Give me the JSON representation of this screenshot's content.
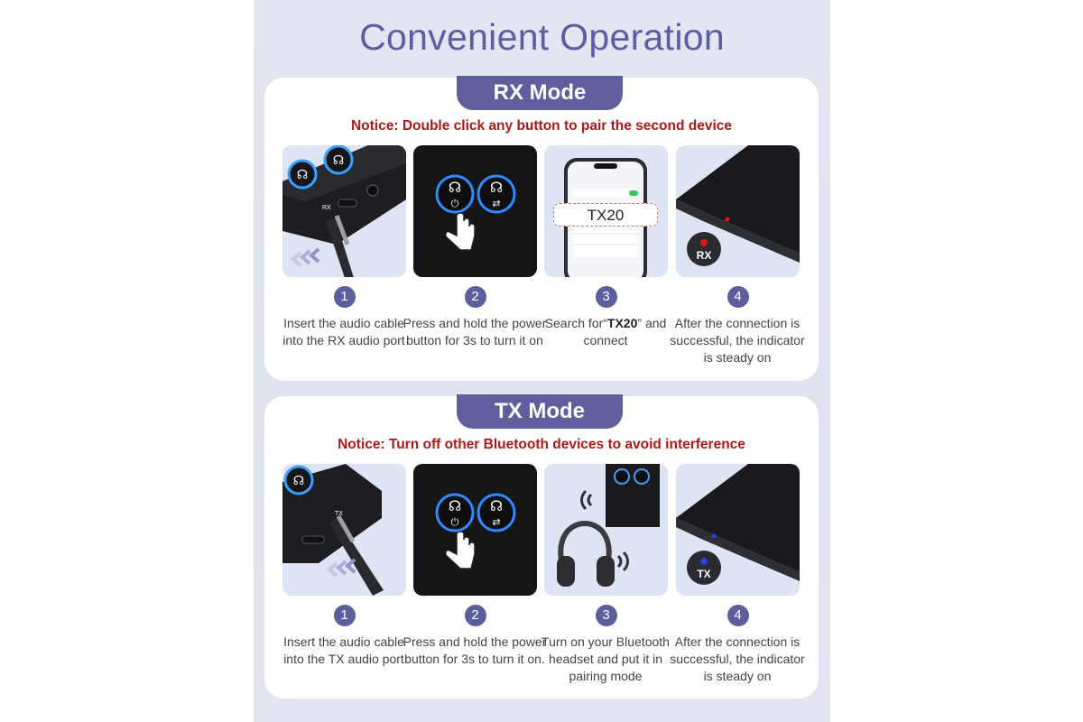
{
  "title": "Convenient Operation",
  "rx": {
    "mode_label": "RX Mode",
    "notice": "Notice: Double click any button to pair the second device",
    "steps": [
      {
        "number": "1",
        "caption": "Insert the audio cable into the RX audio port",
        "port_label": "RX"
      },
      {
        "number": "2",
        "caption": "Press and hold the power button for 3s to turn it on"
      },
      {
        "number": "3",
        "caption_prefix": "Search for“",
        "caption_bold": "TX20",
        "caption_suffix": "” and connect",
        "device_name": "TX20"
      },
      {
        "number": "4",
        "caption": "After the connection is successful, the indicator is steady on",
        "indicator_label": "RX",
        "indicator_color": "#e01616"
      }
    ]
  },
  "tx": {
    "mode_label": "TX Mode",
    "notice": "Notice: Turn off other Bluetooth devices to avoid interference",
    "steps": [
      {
        "number": "1",
        "caption": "Insert the audio cable into the TX audio port",
        "port_label": "TX"
      },
      {
        "number": "2",
        "caption": "Press and hold the power button for 3s to turn it on."
      },
      {
        "number": "3",
        "caption": "Turn on your Bluetooth headset and put it in pairing mode"
      },
      {
        "number": "4",
        "caption": "After the connection is successful, the indicator is steady on",
        "indicator_label": "TX",
        "indicator_color": "#2a3fe0"
      }
    ]
  },
  "colors": {
    "accent": "#5e5f9c",
    "notice": "#b01818",
    "glow": "#2f8bff"
  }
}
